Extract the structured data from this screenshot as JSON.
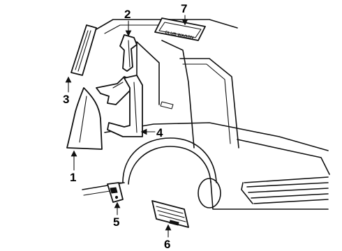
{
  "diagram": {
    "callouts": {
      "c1": "1",
      "c2": "2",
      "c3": "3",
      "c4": "4",
      "c5": "5",
      "c6": "6",
      "c7": "7"
    },
    "badge_text": "CLUB WAGON",
    "colors": {
      "ink": "#111111",
      "paper": "#ffffff"
    }
  }
}
